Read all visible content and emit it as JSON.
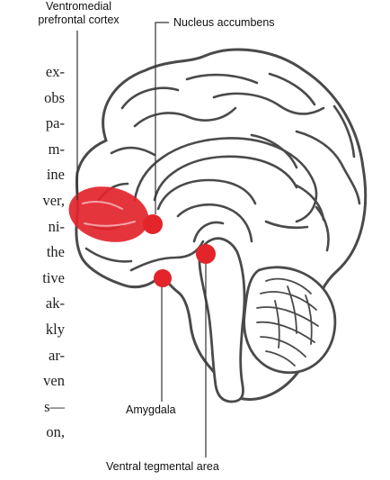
{
  "labels": {
    "vmpfc_line1": "Ventromedial",
    "vmpfc_line2": "prefrontal cortex",
    "nucleus_accumbens": "Nucleus accumbens",
    "amygdala": "Amygdala",
    "vta": "Ventral tegmental area"
  },
  "body_text_fragments": [
    "ex-",
    "obs",
    "pa-",
    "m-",
    "ine",
    "ver,",
    "ni-",
    "the",
    "tive",
    "ak-",
    "kly",
    "ar-",
    "ven",
    "s—",
    "on,"
  ],
  "colors": {
    "highlight_red": "#e3242b",
    "outline": "#4a4a4a",
    "leader_line": "#333333"
  }
}
